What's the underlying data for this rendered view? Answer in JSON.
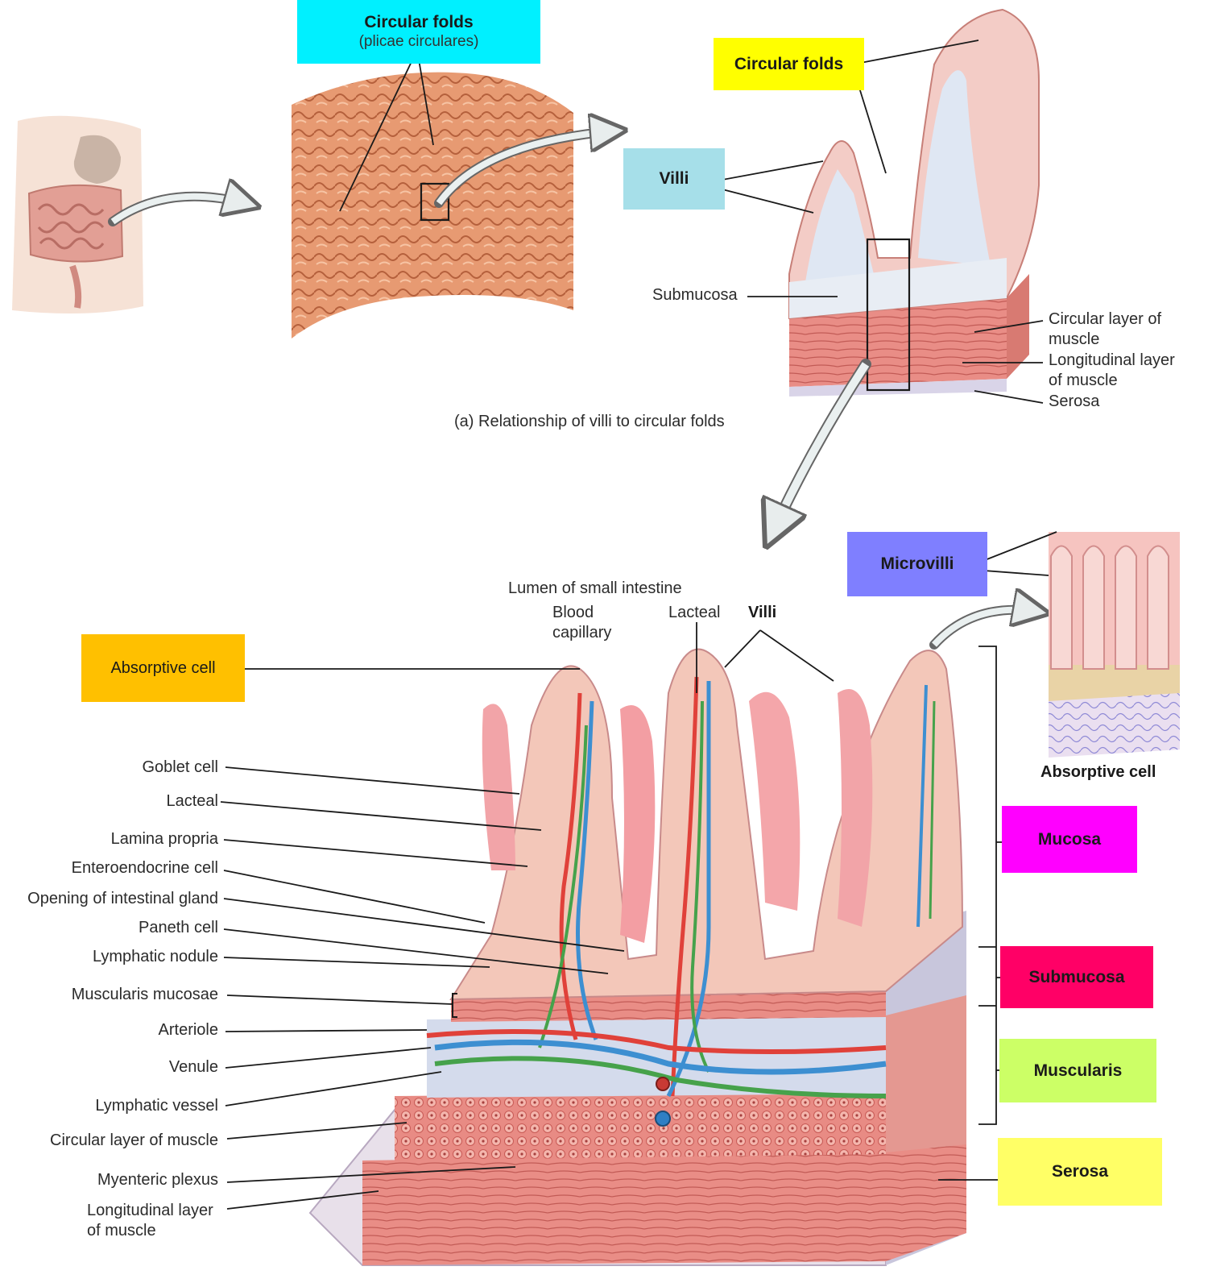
{
  "colors": {
    "cyan": "#00f0ff",
    "yellow": "#ffff00",
    "lightblue": "#a6dfe9",
    "violet": "#7f7fff",
    "amber": "#ffc000",
    "magenta": "#ff00ff",
    "crimson": "#ff0066",
    "lime": "#ccff66",
    "paleyellow": "#ffff66",
    "tissue": "#f2a9a0",
    "muscle": "#e88b84"
  },
  "top": {
    "circular_folds_box_title": "Circular folds",
    "circular_folds_box_sub": "(plicae circulares)",
    "circular_folds_right": "Circular folds",
    "villi_top": "Villi",
    "submucosa_top": "Submucosa",
    "circular_layer_top_1": "Circular layer of",
    "circular_layer_top_2": "muscle",
    "longitudinal_top_1": "Longitudinal layer",
    "longitudinal_top_2": "of muscle",
    "serosa_top": "Serosa",
    "caption_a": "(a) Relationship of villi to circular folds"
  },
  "bottom": {
    "microvilli": "Microvilli",
    "lumen": "Lumen of small intestine",
    "blood_capillary_1": "Blood",
    "blood_capillary_2": "capillary",
    "lacteal_top": "Lacteal",
    "villi_bottom": "Villi",
    "absorptive_cell_box": "Absorptive cell",
    "absorptive_cell_inset": "Absorptive cell",
    "left_labels": [
      "Goblet cell",
      "Lacteal",
      "Lamina propria",
      "Enteroendocrine cell",
      "Opening of intestinal gland",
      "Paneth cell",
      "Lymphatic nodule",
      "Muscularis mucosae",
      "Arteriole",
      "Venule",
      "Lymphatic vessel",
      "Circular layer of muscle",
      "Myenteric plexus",
      "Longitudinal layer",
      "of muscle"
    ],
    "layers": {
      "mucosa": "Mucosa",
      "submucosa": "Submucosa",
      "muscularis": "Muscularis",
      "serosa": "Serosa"
    }
  }
}
